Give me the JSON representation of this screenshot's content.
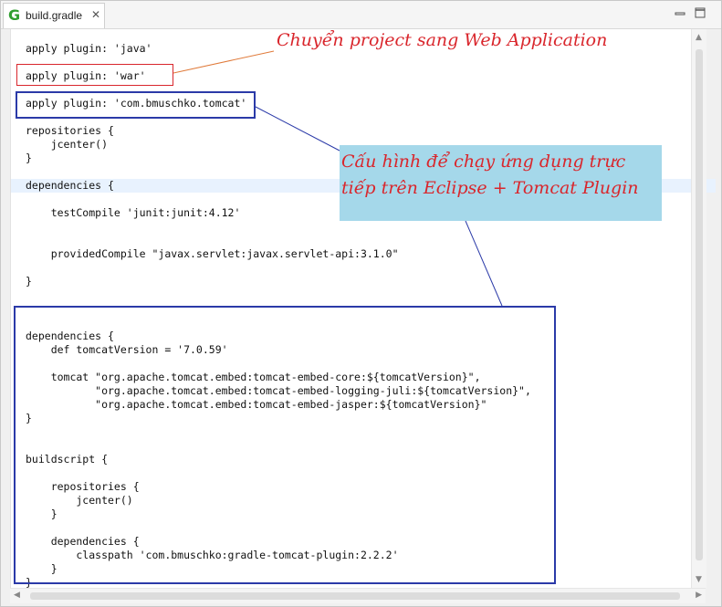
{
  "tab": {
    "label": "build.gradle",
    "icon": "gradle-icon",
    "close": "✕"
  },
  "code_lines": [
    "apply plugin: 'java'",
    "",
    "apply plugin: 'war'",
    "",
    "apply plugin: 'com.bmuschko.tomcat'",
    "",
    "repositories {",
    "    jcenter()",
    "}",
    "",
    "dependencies {",
    "",
    "    testCompile 'junit:junit:4.12'",
    "",
    "",
    "    providedCompile \"javax.servlet:javax.servlet-api:3.1.0\"",
    "",
    "}",
    "",
    "",
    "",
    "dependencies {",
    "    def tomcatVersion = '7.0.59'",
    "",
    "    tomcat \"org.apache.tomcat.embed:tomcat-embed-core:${tomcatVersion}\",",
    "           \"org.apache.tomcat.embed:tomcat-embed-logging-juli:${tomcatVersion}\",",
    "           \"org.apache.tomcat.embed:tomcat-embed-jasper:${tomcatVersion}\"",
    "}",
    "",
    "",
    "buildscript {",
    "",
    "    repositories {",
    "        jcenter()",
    "    }",
    "",
    "    dependencies {",
    "        classpath 'com.bmuschko:gradle-tomcat-plugin:2.2.2'",
    "    }",
    "}"
  ],
  "annotations": {
    "note_war": "Chuyển project sang Web Application",
    "note_tomcat_line1": "Cấu hình để chạy ứng dụng trực",
    "note_tomcat_line2": "tiếp trên Eclipse + Tomcat Plugin",
    "red": "#d9262c",
    "blue": "#2b3aa8",
    "note_bg": "#a5d8ea"
  }
}
